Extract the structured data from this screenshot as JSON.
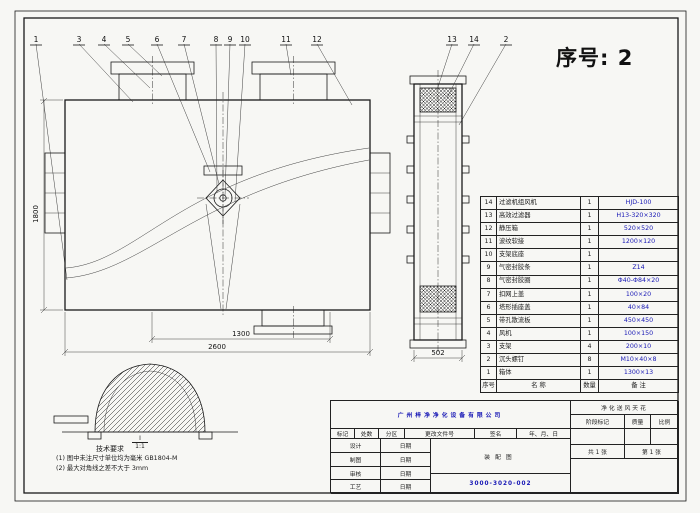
{
  "sheet": {
    "serial_label": "序号: 2"
  },
  "colors": {
    "accent_blue": "#1717b5",
    "line": "#1a1a1a"
  },
  "drawing": {
    "callouts": [
      "1",
      "3",
      "4",
      "5",
      "6",
      "7",
      "8",
      "9",
      "10",
      "11",
      "12",
      "13",
      "14",
      "2"
    ],
    "dims": {
      "height": "1800",
      "width_half": "1300",
      "width_total": "2600",
      "depth": "502"
    },
    "detail_mark": "Ⅰ",
    "detail_scale": "1:1"
  },
  "notes": {
    "title": "技术要求",
    "items": [
      "(1) 图中未注尺寸单位均为毫米 GB1804-M",
      "(2) 最大对角线之差不大于 3mm"
    ]
  },
  "bom": {
    "headers": {
      "no": "序号",
      "name": "名 称",
      "qty": "数量",
      "rm": "备 注"
    },
    "rows": [
      {
        "no": "14",
        "name": "过滤机组风机",
        "qty": "1",
        "rm": "HJD-100"
      },
      {
        "no": "13",
        "name": "高效过滤器",
        "qty": "1",
        "rm": "H13-320×320"
      },
      {
        "no": "12",
        "name": "静压箱",
        "qty": "1",
        "rm": "520×520"
      },
      {
        "no": "11",
        "name": "波纹软接",
        "qty": "1",
        "rm": "1200×120"
      },
      {
        "no": "10",
        "name": "支架底座",
        "qty": "1",
        "rm": ""
      },
      {
        "no": "9",
        "name": "气密封胶条",
        "qty": "1",
        "rm": "Z14"
      },
      {
        "no": "8",
        "name": "气密封胶圈",
        "qty": "1",
        "rm": "Φ40-Φ84×20"
      },
      {
        "no": "7",
        "name": "扣网上盖",
        "qty": "1",
        "rm": "100×20"
      },
      {
        "no": "6",
        "name": "塔形插座盖",
        "qty": "1",
        "rm": "40×84"
      },
      {
        "no": "5",
        "name": "带孔散流板",
        "qty": "1",
        "rm": "450×450"
      },
      {
        "no": "4",
        "name": "风机",
        "qty": "1",
        "rm": "100×150"
      },
      {
        "no": "3",
        "name": "支架",
        "qty": "4",
        "rm": "200×10"
      },
      {
        "no": "2",
        "name": "沉头螺钉",
        "qty": "8",
        "rm": "M10×40×8"
      },
      {
        "no": "1",
        "name": "箱体",
        "qty": "1",
        "rm": "1300×13"
      }
    ]
  },
  "title_block": {
    "company": "广州梓净净化设备有限公司",
    "project": "净化送风天花",
    "stage": "阶段标记",
    "mass": "质量",
    "scale": "比例",
    "sheets": "共 1 张",
    "sheet_no": "第 1 张",
    "name": "装配图",
    "number": "3000-3020-002",
    "change": [
      "标记",
      "处数",
      "分区",
      "更改文件号",
      "签名",
      "年、月、日"
    ],
    "sign": [
      {
        "l": "设计",
        "r": "日期"
      },
      {
        "l": "制图",
        "r": "日期"
      },
      {
        "l": "审核",
        "r": "日期"
      },
      {
        "l": "工艺",
        "r": "日期"
      }
    ]
  }
}
